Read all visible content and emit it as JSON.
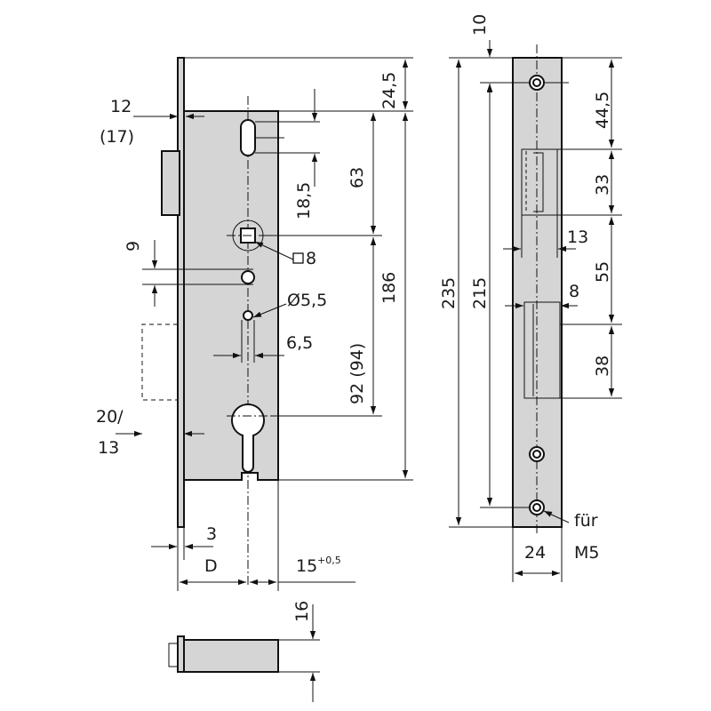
{
  "dimensions": {
    "d_12": "12",
    "d_17": "(17)",
    "d_9": "9",
    "d_20": "20/",
    "d_13_lower": "13",
    "d_3": "3",
    "d_D": "D",
    "d_15": "15",
    "d_15_tol": "+0,5",
    "d_245": "24,5",
    "d_185": "18,5",
    "d_63": "63",
    "d_square8": "8",
    "d_dia55": "Ø5,5",
    "d_65": "6,5",
    "d_92": "92 (94)",
    "d_186": "186",
    "d_10": "10",
    "d_235": "235",
    "d_215": "215",
    "d_445": "44,5",
    "d_33": "33",
    "d_13": "13",
    "d_55": "55",
    "d_8": "8",
    "d_38": "38",
    "d_24": "24",
    "d_fuer": "für",
    "d_m5": "M5",
    "d_16": "16"
  }
}
